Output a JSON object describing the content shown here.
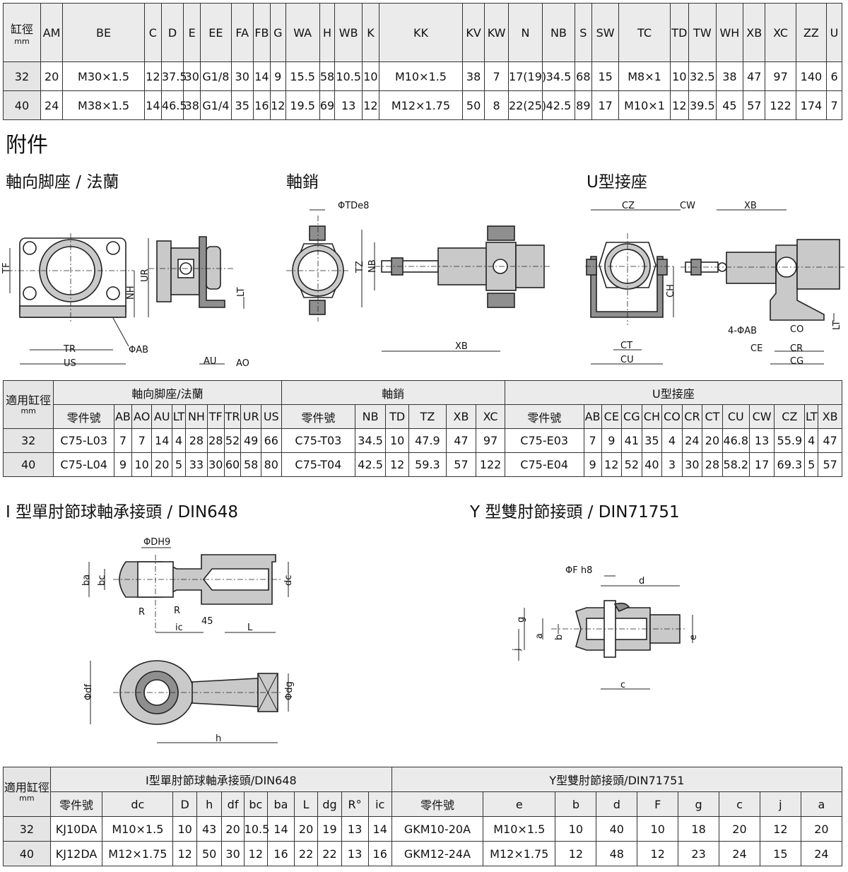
{
  "main_table": {
    "header_bore": "缸徑",
    "header_unit": "mm",
    "columns": [
      "AM",
      "BE",
      "C",
      "D",
      "E",
      "EE",
      "FA",
      "FB",
      "G",
      "WA",
      "H",
      "WB",
      "K",
      "KK",
      "KV",
      "KW",
      "N",
      "NB",
      "S",
      "SW",
      "TC",
      "TD",
      "TW",
      "WH",
      "XB",
      "XC",
      "ZZ",
      "U"
    ],
    "rows": [
      {
        "bore": "32",
        "cells": [
          "20",
          "M30×1.5",
          "12",
          "37.5",
          "30",
          "G1/8",
          "30",
          "14",
          "9",
          "15.5",
          "58",
          "10.5",
          "10",
          "M10×1.5",
          "38",
          "7",
          "17(19)",
          "34.5",
          "68",
          "15",
          "M8×1",
          "10",
          "32.5",
          "38",
          "47",
          "97",
          "140",
          "6"
        ]
      },
      {
        "bore": "40",
        "cells": [
          "24",
          "M38×1.5",
          "14",
          "46.5",
          "38",
          "G1/4",
          "35",
          "16",
          "12",
          "19.5",
          "69",
          "13",
          "12",
          "M12×1.75",
          "50",
          "8",
          "22(25)",
          "42.5",
          "89",
          "17",
          "M10×1",
          "12",
          "39.5",
          "45",
          "57",
          "122",
          "174",
          "7"
        ]
      }
    ]
  },
  "section_title": "附件",
  "subtitles": {
    "flange": "軸向脚座 / 法蘭",
    "pin": "軸銷",
    "clevis": "U型接座",
    "rod_eye": "I 型單肘節球軸承接頭 / DIN648",
    "y_clevis": "Y 型雙肘節接頭 / DIN71751"
  },
  "drawing_labels": {
    "flange": {
      "TF": "TF",
      "NH": "NH",
      "UR": "UR",
      "TR": "TR",
      "US": "US",
      "AB": "ΦAB",
      "AU": "AU",
      "AO": "AO",
      "LT": "LT"
    },
    "pin": {
      "TD": "ΦTDe8",
      "TZ": "TZ",
      "NB": "NB",
      "XB": "XB"
    },
    "clevis": {
      "CZ": "CZ",
      "CW": "CW",
      "XB": "XB",
      "CH": "CH",
      "CT": "CT",
      "CU": "CU",
      "AB": "4-ΦAB",
      "CO": "CO",
      "CE": "CE",
      "CR": "CR",
      "CG": "CG",
      "LT": "LT"
    },
    "rod_eye": {
      "DH9": "ΦDH9",
      "ba": "ba",
      "bc": "bc",
      "dc": "dc",
      "R": "R",
      "R2": "R",
      "ic": "ic",
      "a45": "45",
      "L": "L",
      "df": "Φdf",
      "dg": "Φdg",
      "h": "h"
    },
    "y_clevis": {
      "F": "ΦF h8",
      "d": "d",
      "g": "g",
      "a": "a",
      "b": "b",
      "j": "j",
      "e": "e",
      "c": "c"
    }
  },
  "accessory_table": {
    "header_bore": "適用缸徑",
    "header_unit": "mm",
    "groups": [
      {
        "title": "軸向脚座/法蘭",
        "part_label": "零件號",
        "columns": [
          "AB",
          "AO",
          "AU",
          "LT",
          "NH",
          "TF",
          "TR",
          "UR",
          "US"
        ],
        "rows": [
          {
            "part": "C75-L03",
            "cells": [
              "7",
              "7",
              "14",
              "4",
              "28",
              "28",
              "52",
              "49",
              "66"
            ]
          },
          {
            "part": "C75-L04",
            "cells": [
              "9",
              "10",
              "20",
              "5",
              "33",
              "30",
              "60",
              "58",
              "80"
            ]
          }
        ]
      },
      {
        "title": "軸銷",
        "part_label": "零件號",
        "columns": [
          "NB",
          "TD",
          "TZ",
          "XB",
          "XC"
        ],
        "rows": [
          {
            "part": "C75-T03",
            "cells": [
              "34.5",
              "10",
              "47.9",
              "47",
              "97"
            ]
          },
          {
            "part": "C75-T04",
            "cells": [
              "42.5",
              "12",
              "59.3",
              "57",
              "122"
            ]
          }
        ]
      },
      {
        "title": "U型接座",
        "part_label": "零件號",
        "columns": [
          "AB",
          "CE",
          "CG",
          "CH",
          "CO",
          "CR",
          "CT",
          "CU",
          "CW",
          "CZ",
          "LT",
          "XB"
        ],
        "rows": [
          {
            "part": "C75-E03",
            "cells": [
              "7",
              "9",
              "41",
              "35",
              "4",
              "24",
              "20",
              "46.8",
              "13",
              "55.9",
              "4",
              "47"
            ]
          },
          {
            "part": "C75-E04",
            "cells": [
              "9",
              "12",
              "52",
              "40",
              "3",
              "30",
              "28",
              "58.2",
              "17",
              "69.3",
              "5",
              "57"
            ]
          }
        ]
      }
    ],
    "bores": [
      "32",
      "40"
    ]
  },
  "joint_table": {
    "header_bore": "適用缸徑",
    "header_unit": "mm",
    "groups": [
      {
        "title": "I型單肘節球軸承接頭/DIN648",
        "part_label": "零件號",
        "columns": [
          "dc",
          "D",
          "h",
          "df",
          "bc",
          "ba",
          "L",
          "dg",
          "R°",
          "ic"
        ],
        "rows": [
          {
            "part": "KJ10DA",
            "cells": [
              "M10×1.5",
              "10",
              "43",
              "20",
              "10.5",
              "14",
              "20",
              "19",
              "13",
              "14"
            ]
          },
          {
            "part": "KJ12DA",
            "cells": [
              "M12×1.75",
              "12",
              "50",
              "30",
              "12",
              "16",
              "22",
              "22",
              "13",
              "16"
            ]
          }
        ]
      },
      {
        "title": "Y型雙肘節接頭/DIN71751",
        "part_label": "零件號",
        "columns": [
          "e",
          "b",
          "d",
          "F",
          "g",
          "c",
          "j",
          "a"
        ],
        "rows": [
          {
            "part": "GKM10-20A",
            "cells": [
              "M10×1.5",
              "10",
              "40",
              "10",
              "18",
              "20",
              "12",
              "20"
            ]
          },
          {
            "part": "GKM12-24A",
            "cells": [
              "M12×1.75",
              "12",
              "48",
              "12",
              "23",
              "24",
              "15",
              "24"
            ]
          }
        ]
      }
    ],
    "bores": [
      "32",
      "40"
    ]
  }
}
